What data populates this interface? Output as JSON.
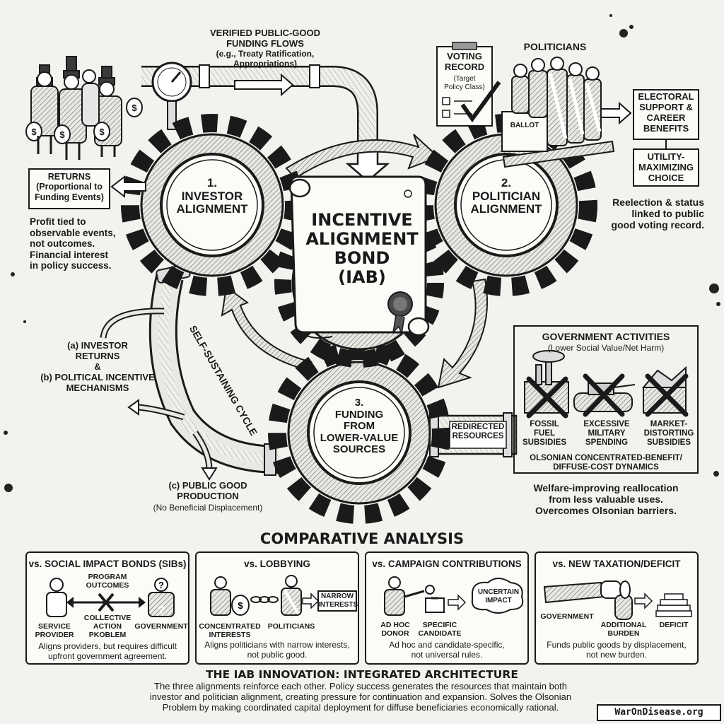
{
  "flows_label": "VERIFIED PUBLIC-GOOD FUNDING FLOWS (e.g., Treaty Ratification, Appropriations)",
  "flows_title": "VERIFIED PUBLIC-GOOD\nFUNDING FLOWS",
  "flows_sub": "(e.g., Treaty Ratification,\nAppropriations)",
  "politicians_label": "POLITICIANS",
  "voting_record": "VOTING\nRECORD",
  "voting_record_sub": "(Target\nPolicy Class)",
  "ballot_label": "BALLOT",
  "electoral_box": "ELECTORAL\nSUPPORT &\nCAREER\nBENEFITS",
  "utility_box": "UTILITY-\nMAXIMIZING\nCHOICE",
  "reelection_text": "Reelection & status\nlinked to public\ngood voting record.",
  "returns_box": "RETURNS\n(Proportional to\nFunding Events)",
  "profit_text": "Profit tied to\nobservable events,\nnot outcomes.\nFinancial interest\nin policy success.",
  "gear1": "1.\nINVESTOR\nALIGNMENT",
  "gear2": "2.\nPOLITICIAN\nALIGNMENT",
  "gear3": "3.\nFUNDING\nFROM\nLOWER-VALUE\nSOURCES",
  "iab_title": "INCENTIVE\nALIGNMENT\nBOND\n(IAB)",
  "cycle_label": "SELF-SUSTAINING CYCLE",
  "mech_text": "(a) INVESTOR\nRETURNS\n&\n(b) POLITICAL INCENTIVE\nMECHANISMS",
  "public_good": "(c) PUBLIC GOOD\nPRODUCTION",
  "public_good_sub": "(No Beneficial Displacement)",
  "redirected": "REDIRECTED\nRESOURCES",
  "gov_activities": {
    "title": "GOVERNMENT ACTIVITIES",
    "subtitle": "(Lower Social Value/Net Harm)",
    "items": [
      "FOSSIL\nFUEL\nSUBSIDIES",
      "EXCESSIVE\nMILITARY\nSPENDING",
      "MARKET-\nDISTORTING\nSUBSIDIES"
    ],
    "footer": "OLSONIAN CONCENTRATED-BENEFIT/\nDIFFUSE-COST DYNAMICS"
  },
  "welfare_text": "Welfare-improving reallocation\nfrom less valuable uses.\nOvercomes Olsonian barriers.",
  "comparative_title": "COMPARATIVE ANALYSIS",
  "comparisons": [
    {
      "title": "vs. SOCIAL IMPACT BONDS (SIBs)",
      "left": "SERVICE\nPROVIDER",
      "mid_top": "PROGRAM\nOUTCOMES",
      "mid_bottom": "COLLECTIVE\nACTION\nPKOBLEM",
      "right": "GOVERNMENT",
      "desc": "Aligns providers, but requires difficult\nupfront government agreement."
    },
    {
      "title": "vs. LOBBYING",
      "left": "CONCENTRATED\nINTERESTS",
      "mid": "POLITICIANS",
      "right": "NARROW\nINTERESTS",
      "desc": "Aligns politicians with narrow interests,\nnot public good."
    },
    {
      "title": "vs. CAMPAIGN CONTRIBUTIONS",
      "left": "AD HOC\nDONOR",
      "mid": "SPECIFIC\nCANDIDATE",
      "right": "UNCERTAIN\nIMPACT",
      "desc": "Ad hoc and candidate-specific,\nnot universal rules."
    },
    {
      "title": "vs. NEW TAXATION/DEFICIT",
      "left": "GOVERNMENT",
      "mid": "ADDITIONAL\nBURDEN",
      "right": "DEFICIT",
      "desc": "Funds public goods by displacement,\nnot new burden."
    }
  ],
  "innovation_title": "THE IAB INNOVATION: INTEGRATED ARCHITECTURE",
  "innovation_text": "The three alignments reinforce each other. Policy success generates the resources that maintain both\ninvestor and politician alignment, creating pressure for continuation and expansion. Solves the Olsonian\nProblem by making coordinated capital deployment for diffuse beneficiaries economically rational.",
  "badge": "WarOnDisease.org"
}
